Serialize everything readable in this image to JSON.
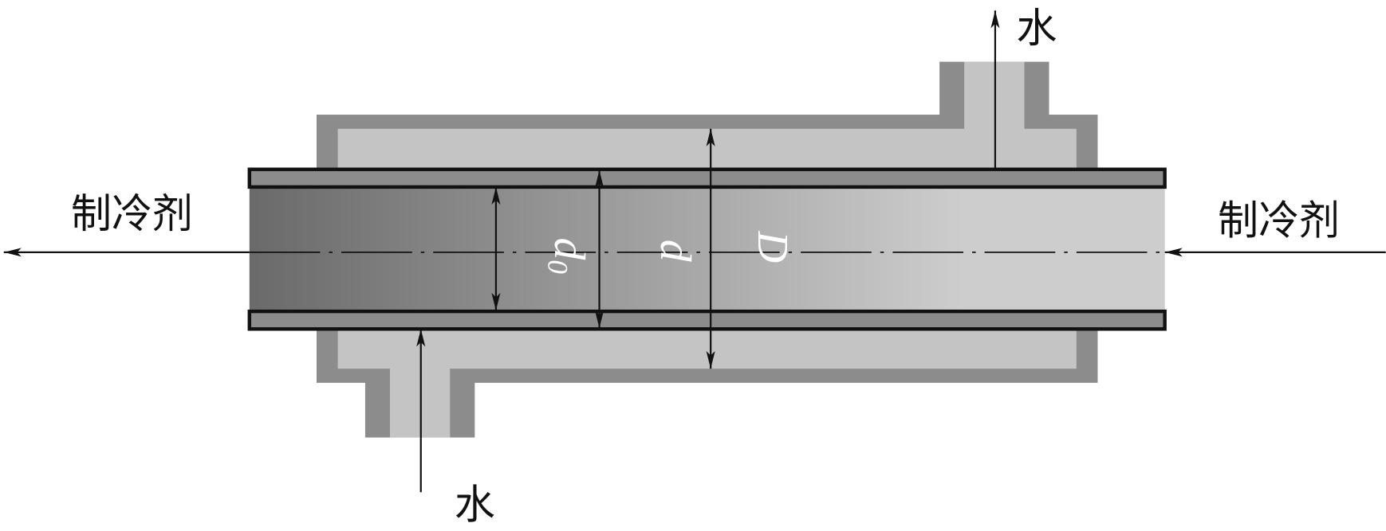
{
  "labels": {
    "refrigerant_out": "制冷剂",
    "refrigerant_in": "制冷剂",
    "water_out": "水",
    "water_in": "水",
    "inner_diameter": "d",
    "inner_diameter_sub": "0",
    "outer_tube_diameter": "d",
    "shell_diameter": "D"
  },
  "colors": {
    "shell_dark": "#8c8c8c",
    "shell_light": "#c4c4c4",
    "gradient_start": "#6a6a6a",
    "gradient_end": "#cdcdcd"
  }
}
